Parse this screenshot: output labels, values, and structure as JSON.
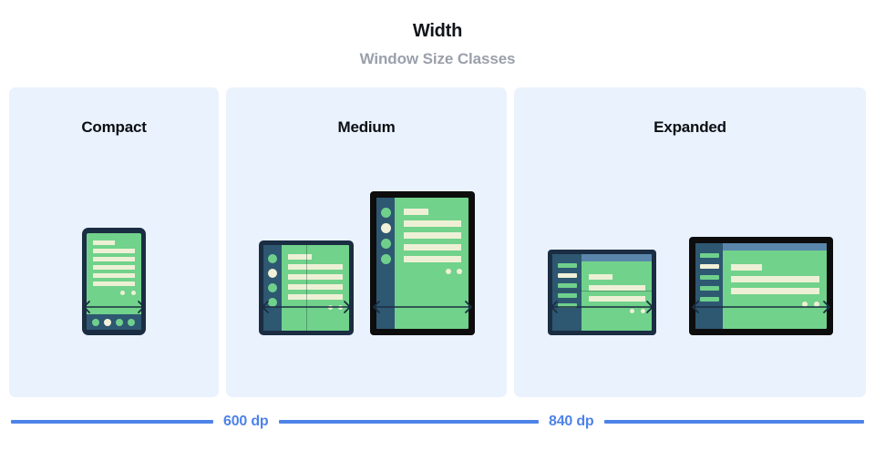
{
  "header": {
    "title": "Width",
    "subtitle": "Window Size Classes"
  },
  "panels": [
    {
      "key": "compact",
      "title": "Compact",
      "devices": [
        {
          "name": "phone-portrait",
          "type": "phone"
        }
      ]
    },
    {
      "key": "medium",
      "title": "Medium",
      "devices": [
        {
          "name": "foldable-portrait",
          "type": "foldable-vertical"
        },
        {
          "name": "tablet-portrait",
          "type": "tablet-portrait"
        }
      ]
    },
    {
      "key": "expanded",
      "title": "Expanded",
      "devices": [
        {
          "name": "foldable-landscape",
          "type": "foldable-horizontal"
        },
        {
          "name": "tablet-landscape",
          "type": "tablet-landscape"
        }
      ]
    }
  ],
  "scale": {
    "breakpoints": [
      {
        "label": "600 dp",
        "value": 600,
        "unit": "dp"
      },
      {
        "label": "840 dp",
        "value": 840,
        "unit": "dp"
      }
    ],
    "line_color": "#4e83e8"
  },
  "colors": {
    "panel_background": "#eaf2fd",
    "page_background": "#ffffff",
    "title_text": "#111418",
    "subtitle_text": "#9aa0ab",
    "device_bezel_navy": "#1b2d42",
    "device_bezel_black": "#0d0d0d",
    "screen_green": "#71d28b",
    "nav_surface": "#2e5771",
    "app_bar": "#5a86ab",
    "content_cream": "#eef0d6",
    "accent_blue": "#4e83e8",
    "arrow": "#1b2d42"
  }
}
